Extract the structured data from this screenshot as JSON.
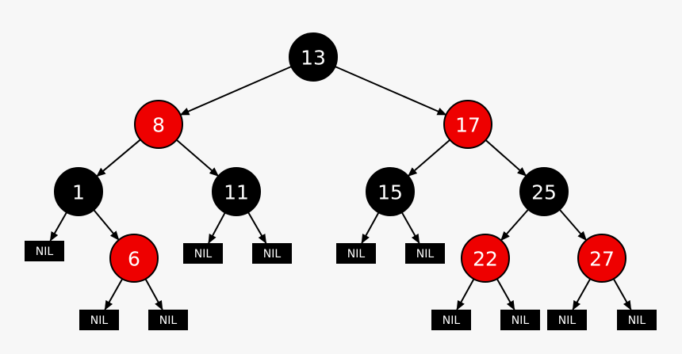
{
  "colors": {
    "background": "#f7f7f7",
    "red": "#ee0000",
    "black": "#000000",
    "edge": "#000000",
    "label": "#ffffff"
  },
  "nodes": [
    {
      "id": "n13",
      "label": "13",
      "color": "black"
    },
    {
      "id": "n8",
      "label": "8",
      "color": "red"
    },
    {
      "id": "n17",
      "label": "17",
      "color": "red"
    },
    {
      "id": "n1",
      "label": "1",
      "color": "black"
    },
    {
      "id": "n11",
      "label": "11",
      "color": "black"
    },
    {
      "id": "n15",
      "label": "15",
      "color": "black"
    },
    {
      "id": "n25",
      "label": "25",
      "color": "black"
    },
    {
      "id": "n6",
      "label": "6",
      "color": "red"
    },
    {
      "id": "n22",
      "label": "22",
      "color": "red"
    },
    {
      "id": "n27",
      "label": "27",
      "color": "red"
    },
    {
      "id": "nil1",
      "label": "NIL",
      "color": "nil"
    },
    {
      "id": "nil2",
      "label": "NIL",
      "color": "nil"
    },
    {
      "id": "nil3",
      "label": "NIL",
      "color": "nil"
    },
    {
      "id": "nil4",
      "label": "NIL",
      "color": "nil"
    },
    {
      "id": "nil5",
      "label": "NIL",
      "color": "nil"
    },
    {
      "id": "nil6",
      "label": "NIL",
      "color": "nil"
    },
    {
      "id": "nil7",
      "label": "NIL",
      "color": "nil"
    },
    {
      "id": "nil8",
      "label": "NIL",
      "color": "nil"
    },
    {
      "id": "nil9",
      "label": "NIL",
      "color": "nil"
    },
    {
      "id": "nil10",
      "label": "NIL",
      "color": "nil"
    },
    {
      "id": "nil11",
      "label": "NIL",
      "color": "nil"
    }
  ],
  "edges": [
    {
      "from": "n13",
      "to": "n8"
    },
    {
      "from": "n13",
      "to": "n17"
    },
    {
      "from": "n8",
      "to": "n1"
    },
    {
      "from": "n8",
      "to": "n11"
    },
    {
      "from": "n17",
      "to": "n15"
    },
    {
      "from": "n17",
      "to": "n25"
    },
    {
      "from": "n1",
      "to": "nil1"
    },
    {
      "from": "n1",
      "to": "n6"
    },
    {
      "from": "n11",
      "to": "nil2"
    },
    {
      "from": "n11",
      "to": "nil3"
    },
    {
      "from": "n15",
      "to": "nil4"
    },
    {
      "from": "n15",
      "to": "nil5"
    },
    {
      "from": "n25",
      "to": "n22"
    },
    {
      "from": "n25",
      "to": "n27"
    },
    {
      "from": "n6",
      "to": "nil6"
    },
    {
      "from": "n6",
      "to": "nil7"
    },
    {
      "from": "n22",
      "to": "nil8"
    },
    {
      "from": "n22",
      "to": "nil9"
    },
    {
      "from": "n27",
      "to": "nil10"
    },
    {
      "from": "n27",
      "to": "nil11"
    }
  ]
}
